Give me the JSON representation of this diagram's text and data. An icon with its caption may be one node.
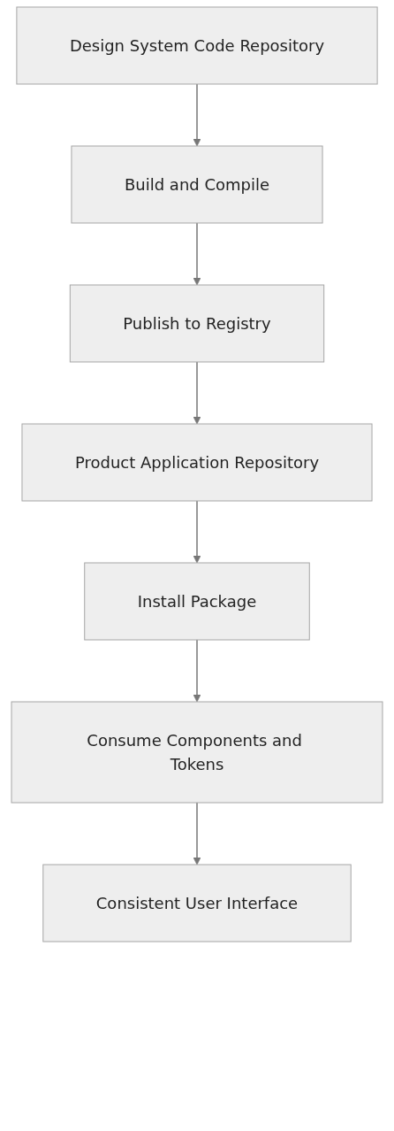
{
  "diagram": {
    "nodes": [
      {
        "text": [
          "Design System Code Repository"
        ]
      },
      {
        "text": [
          "Build and Compile"
        ]
      },
      {
        "text": [
          "Publish to Registry"
        ]
      },
      {
        "text": [
          "Product Application Repository"
        ]
      },
      {
        "text": [
          "Install Package"
        ]
      },
      {
        "text": [
          "Consume Components and Tokens"
        ]
      },
      {
        "text": [
          "Consistent User Interface"
        ]
      }
    ],
    "edges": [
      {
        "from": 0,
        "to": 1,
        "arrow": "to"
      },
      {
        "from": 1,
        "to": 2,
        "arrow": "to"
      },
      {
        "from": 2,
        "to": 3,
        "arrow": "to"
      },
      {
        "from": 3,
        "to": 4,
        "arrow": "to"
      },
      {
        "from": 4,
        "to": 5,
        "arrow": "to"
      },
      {
        "from": 5,
        "to": 6,
        "arrow": "to"
      }
    ]
  }
}
